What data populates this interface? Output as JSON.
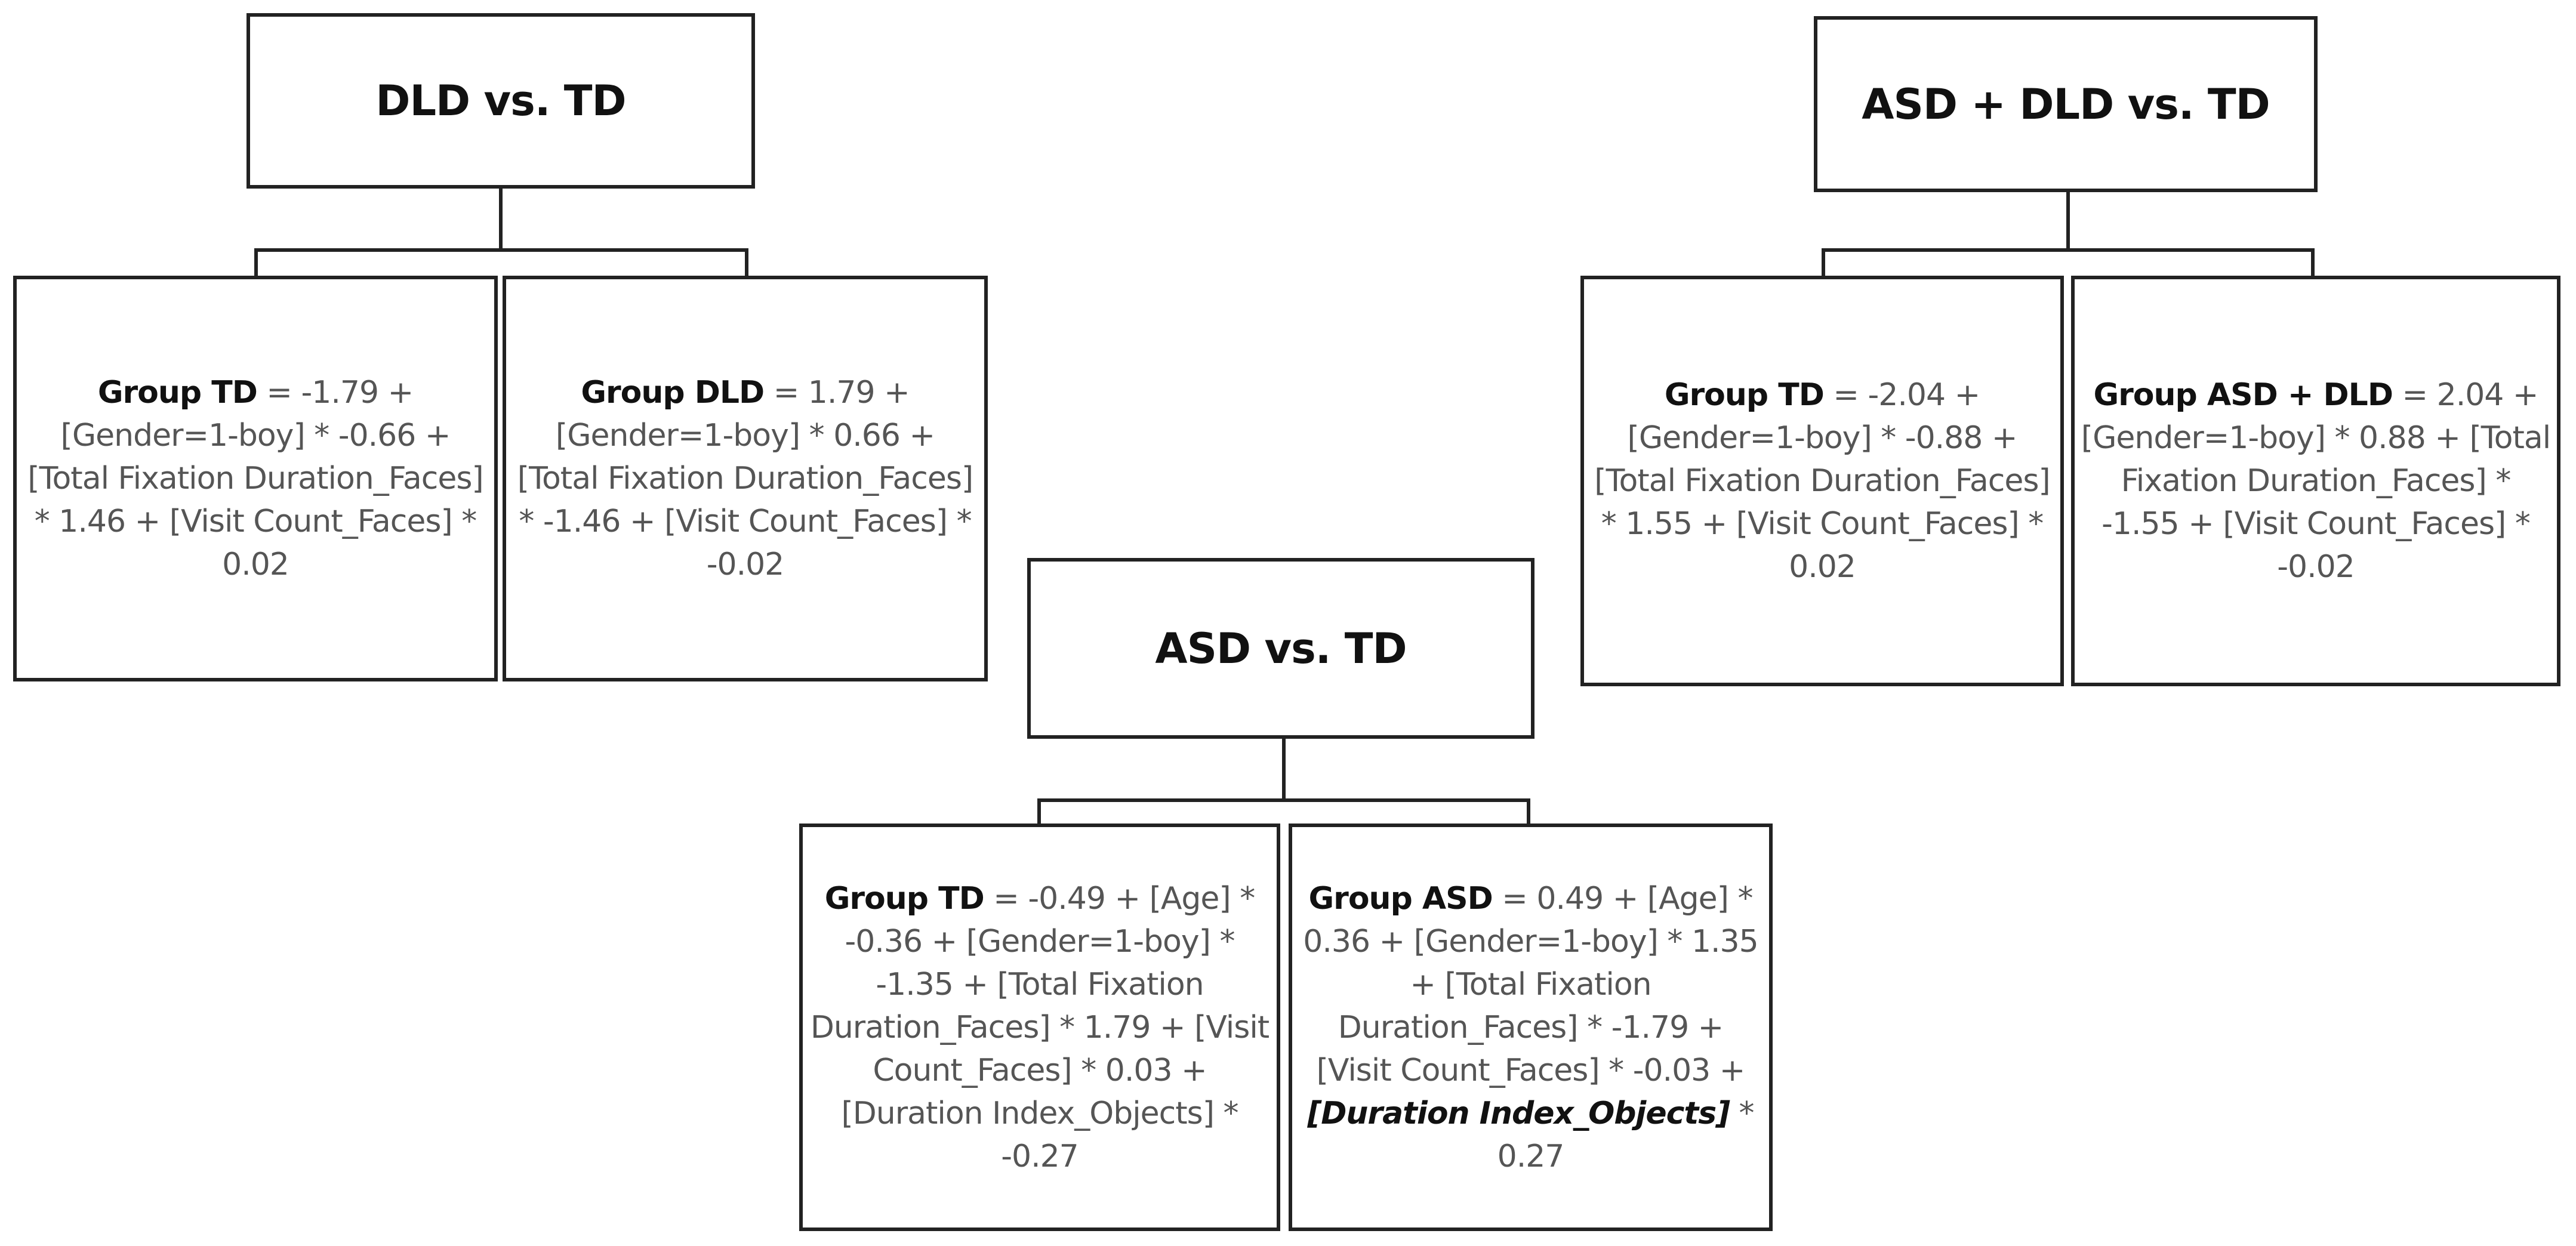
{
  "trees": [
    {
      "title": "DLD vs. TD",
      "boxes": [
        [
          {
            "t": "Group TD",
            "s": "b"
          },
          {
            "t": " = -1.79 + [Gender=1-boy] * -0.66 + [Total Fixation Duration_Faces] * 1.46 + [Visit Count_Faces] * 0.02",
            "s": ""
          }
        ],
        [
          {
            "t": "Group DLD",
            "s": "b"
          },
          {
            "t": " = 1.79 + [Gender=1-boy] * 0.66 + [Total Fixation Duration_Faces] * -1.46 + [Visit Count_Faces] * -0.02",
            "s": ""
          }
        ]
      ]
    },
    {
      "title": "ASD + DLD vs. TD",
      "boxes": [
        [
          {
            "t": "Group TD",
            "s": "b"
          },
          {
            "t": " = -2.04 + [Gender=1-boy] * -0.88 + [Total Fixation Duration_Faces] * 1.55 + [Visit Count_Faces] * 0.02",
            "s": ""
          }
        ],
        [
          {
            "t": "Group ASD + DLD",
            "s": "b"
          },
          {
            "t": " = 2.04 + [Gender=1-boy] * 0.88 + [Total Fixation Duration_Faces] * -1.55 + [Visit Count_Faces] * -0.02",
            "s": ""
          }
        ]
      ]
    },
    {
      "title": "ASD vs. TD",
      "boxes": [
        [
          {
            "t": "Group TD",
            "s": "b"
          },
          {
            "t": " = -0.49 + [Age] * -0.36 + [Gender=1-boy] * -1.35 + [Total Fixation Duration_Faces] * 1.79 + [Visit Count_Faces] * 0.03 + [Duration Index_Objects] * -0.27",
            "s": ""
          }
        ],
        [
          {
            "t": "Group ASD",
            "s": "b"
          },
          {
            "t": " = 0.49 + [Age] * 0.36 + [Gender=1-boy] * 1.35 + [Total Fixation Duration_Faces] * -1.79 + [Visit Count_Faces] * -0.03 + ",
            "s": ""
          },
          {
            "t": "[Duration Index_Objects]",
            "s": "bi"
          },
          {
            "t": " * 0.27",
            "s": ""
          }
        ]
      ]
    }
  ]
}
